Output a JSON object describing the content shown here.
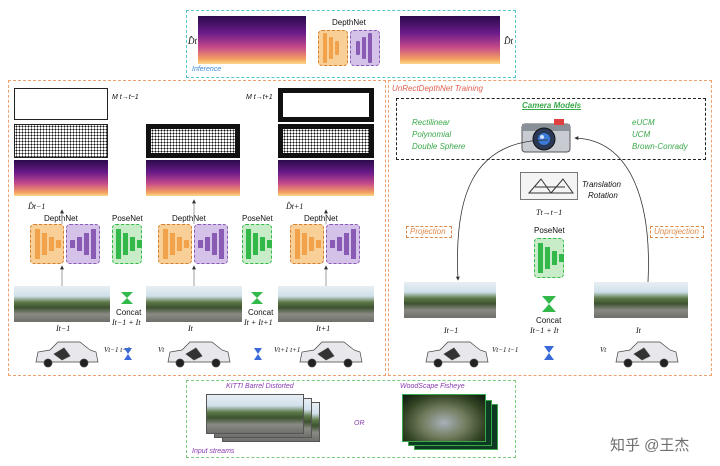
{
  "inference": {
    "title": "Inference",
    "net_label": "DepthNet",
    "left_symbol": "D̂t",
    "right_symbol": "D̂t"
  },
  "left_panel": {
    "mask_labels": [
      "M t→t−1",
      "M t→t+1"
    ],
    "depth_labels": [
      "D̂t−1",
      "D̂t+1"
    ],
    "depthnet_label": "DepthNet",
    "posenet_label": "PoseNet",
    "concat_label": "Concat",
    "concat_1": "It−1 + It",
    "concat_2": "It + It+1",
    "frame_labels": [
      "It−1",
      "It",
      "It+1"
    ],
    "vel_labels": [
      "Vt−1 t−1",
      "Vt",
      "Vt+1 t+1"
    ]
  },
  "right_panel": {
    "title": "UnRectDepthNet Training",
    "camera_models_title": "Camera Models",
    "models_left": [
      "Rectilinear",
      "Polynomial",
      "Double Sphere"
    ],
    "models_right": [
      "eUCM",
      "UCM",
      "Brown-Conrady"
    ],
    "pose_text": [
      "Translation",
      "Rotation"
    ],
    "transform_label": "Tt→t−1",
    "projection": "Projection",
    "unprojection": "Unprojection",
    "posenet_label": "PoseNet",
    "concat_label": "Concat",
    "concat_sum": "It−1 + It",
    "frame_labels": [
      "It−1",
      "It"
    ],
    "vel_labels": [
      "Vt−1 t−1",
      "Vt"
    ]
  },
  "bottom": {
    "kitti_label": "KITTI Barrel Distorted",
    "or_label": "OR",
    "woodscape_label": "WoodScape Fisheye",
    "input_label": "Input streams"
  },
  "watermark": "知乎 @王杰",
  "colors": {
    "orange_encoder": "#f2a24a",
    "purple_decoder": "#8a5bb5",
    "green_posenet": "#33b84a",
    "italic_orange": "#e08a4a",
    "italic_green": "#3aa84a",
    "italic_blue": "#3a8ad8"
  }
}
